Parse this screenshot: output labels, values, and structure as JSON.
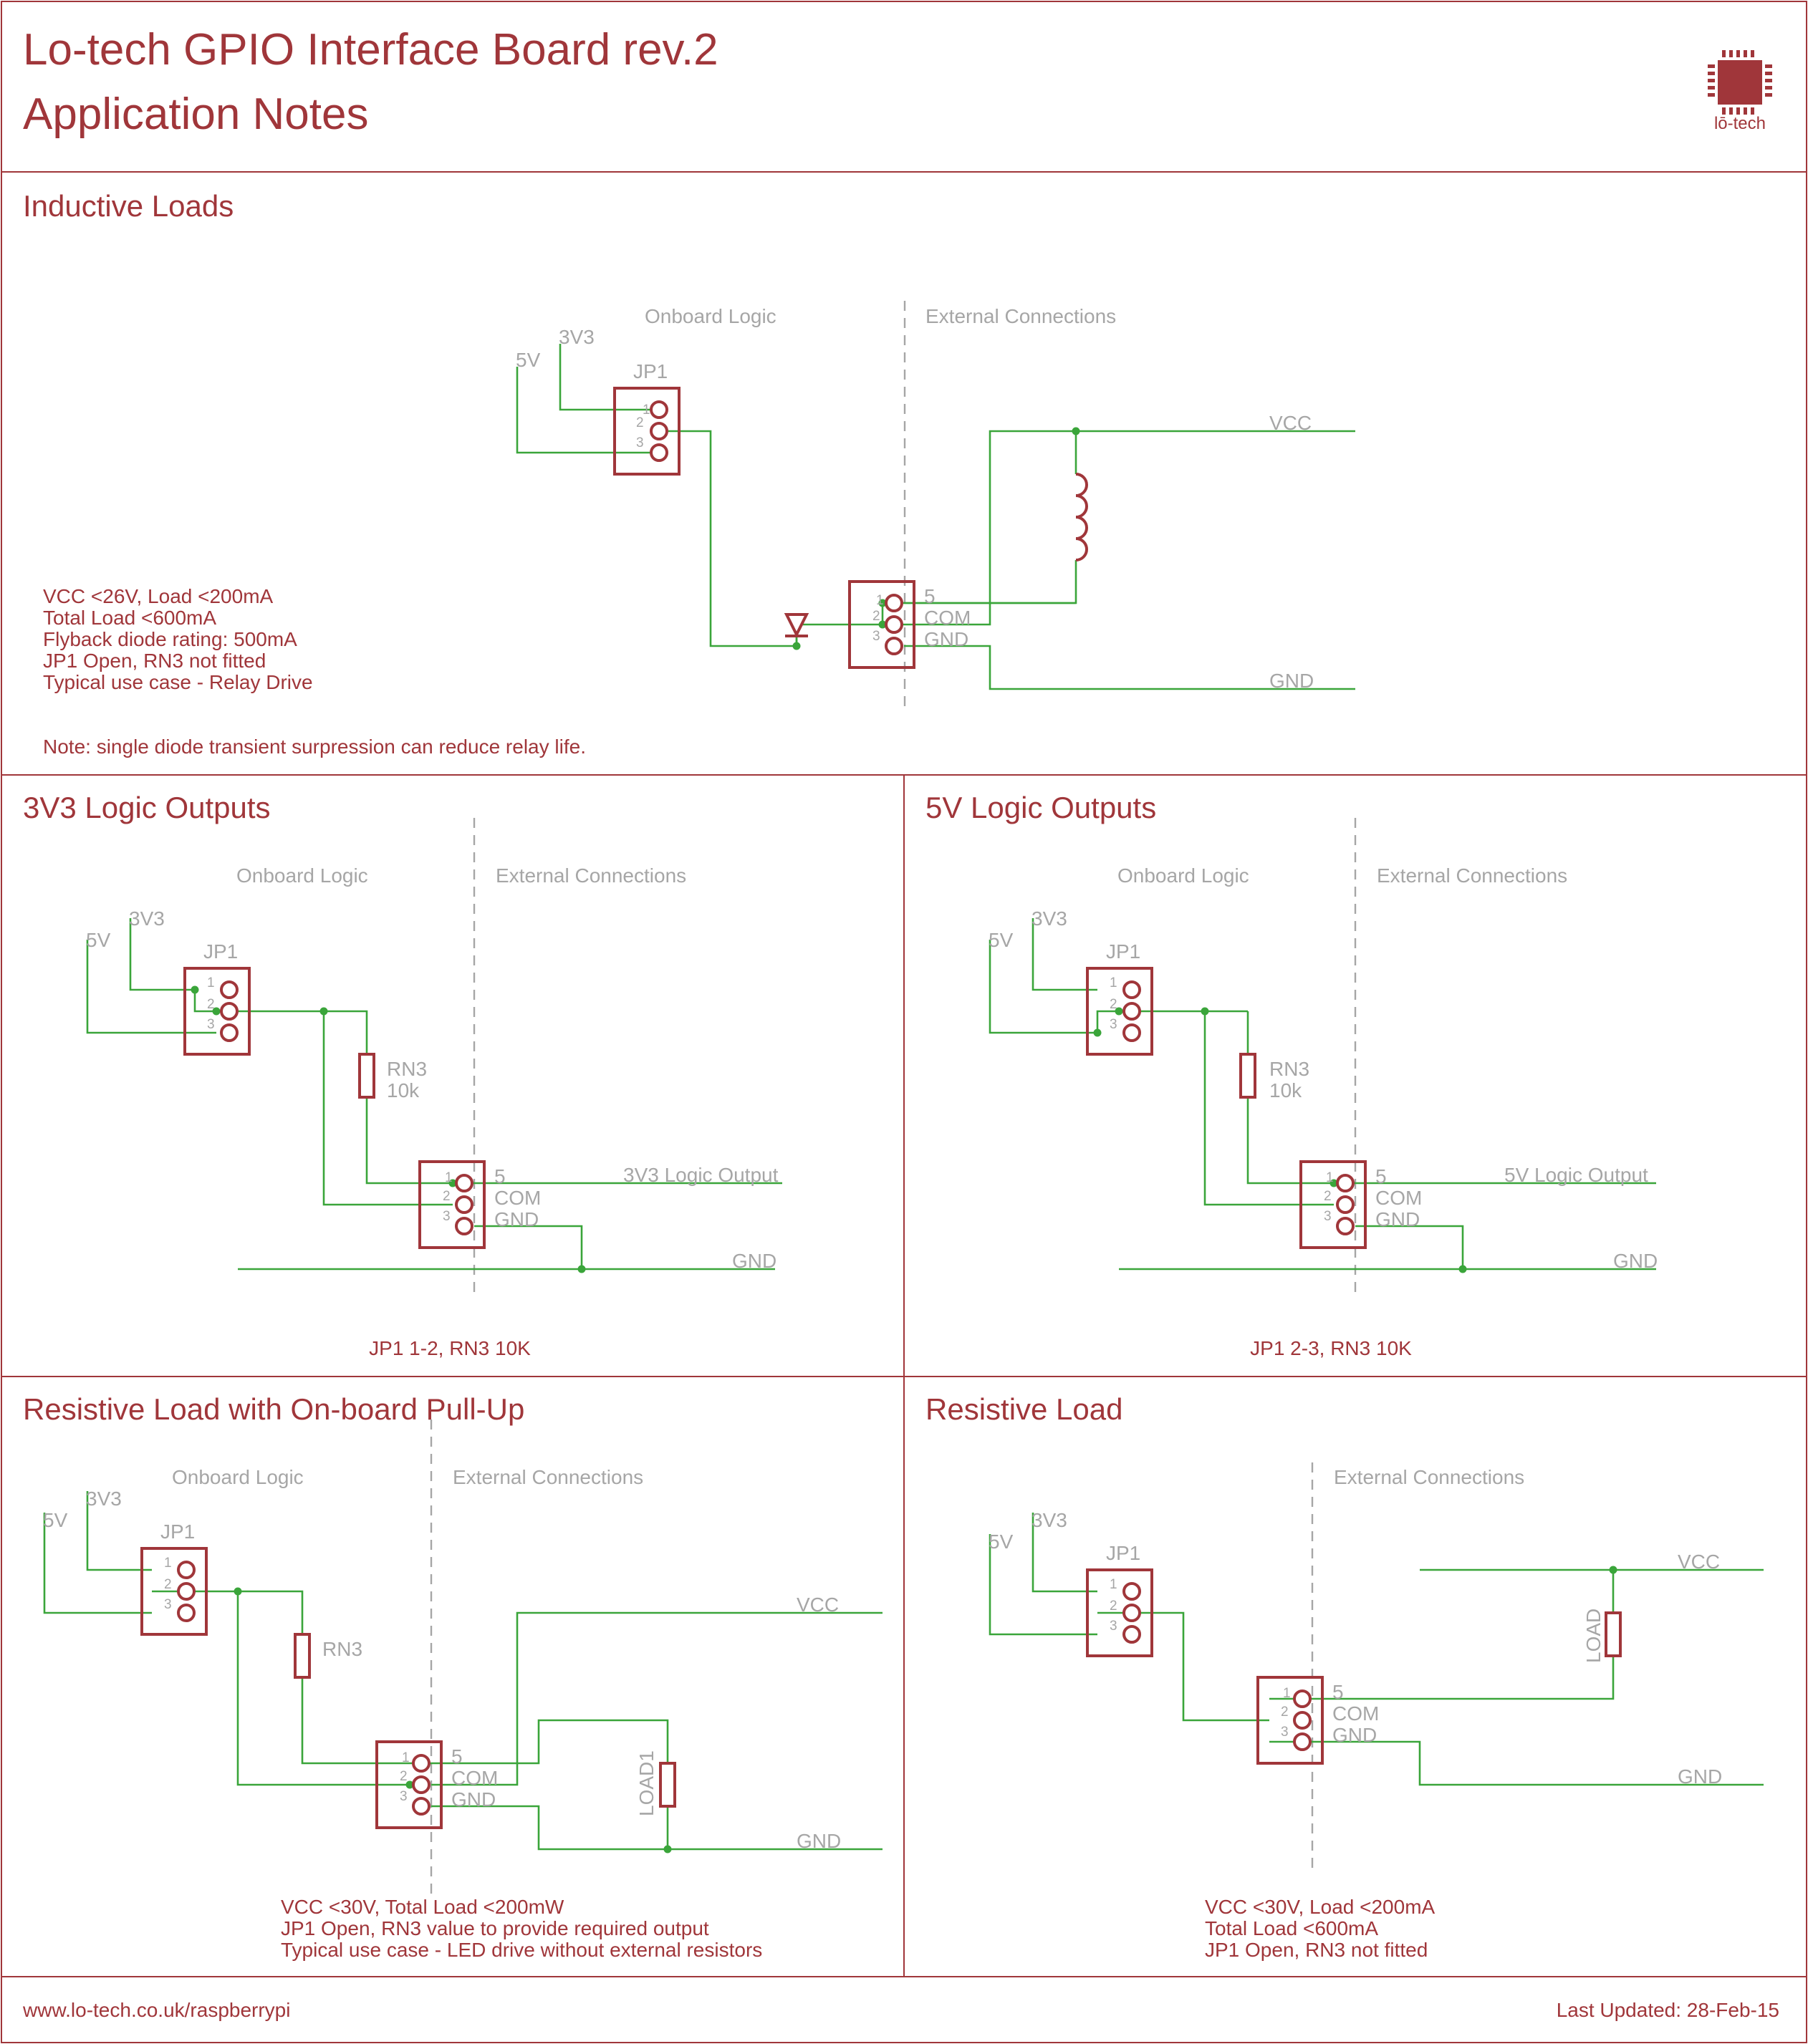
{
  "header": {
    "title_line1": "Lo-tech GPIO Interface Board rev.2",
    "title_line2": "Application Notes",
    "logo_text": "lō-tech"
  },
  "labels": {
    "onboard": "Onboard Logic",
    "external": "External Connections",
    "jp1": "JP1",
    "v5": "5V",
    "v3": "3V3",
    "vcc": "VCC",
    "gnd": "GND",
    "com": "COM",
    "pin5": "5",
    "rn3": "RN3",
    "ohm10k": "10k",
    "load": "LOAD",
    "load1": "LOAD1",
    "p1": "1",
    "p2": "2",
    "p3": "3"
  },
  "inductive": {
    "title": "Inductive Loads",
    "notes": [
      "VCC <26V, Load <200mA",
      "Total Load <600mA",
      "Flyback diode rating: 500mA",
      "JP1 Open, RN3 not fitted",
      "Typical use case - Relay Drive"
    ],
    "warning": "Note: single diode transient surpression can reduce relay life."
  },
  "logic3v3": {
    "title": "3V3 Logic Outputs",
    "output_label": "3V3 Logic Output",
    "caption": "JP1 1-2, RN3 10K"
  },
  "logic5v": {
    "title": "5V Logic Outputs",
    "output_label": "5V Logic Output",
    "caption": "JP1 2-3, RN3 10K"
  },
  "pullup": {
    "title": "Resistive Load with On-board Pull-Up",
    "notes": [
      "VCC <30V, Total Load <200mW",
      "JP1 Open, RN3 value to provide required output",
      "Typical use case - LED drive without external resistors"
    ]
  },
  "resistive": {
    "title": "Resistive Load",
    "notes": [
      "VCC <30V, Load <200mA",
      "Total Load <600mA",
      "JP1 Open, RN3 not fitted"
    ]
  },
  "footer": {
    "url": "www.lo-tech.co.uk/raspberrypi",
    "updated": "Last Updated: 28-Feb-15"
  }
}
